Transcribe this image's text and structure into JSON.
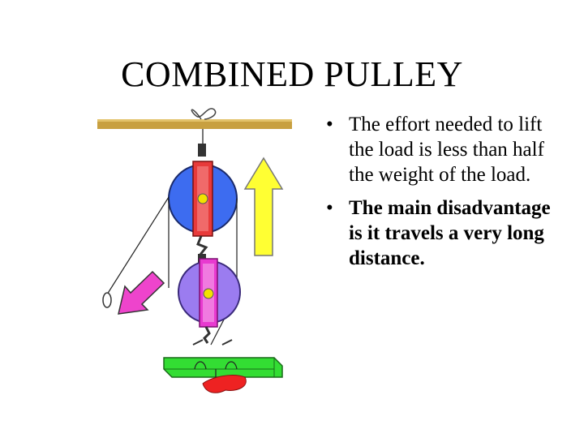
{
  "slide": {
    "title": "COMBINED PULLEY",
    "bullets": [
      {
        "marker": "•",
        "text": "The effort needed to lift the load is less than half the weight of the load."
      },
      {
        "marker": "•",
        "text": " The main disadvantage is it travels a very long distance."
      }
    ]
  },
  "illustration": {
    "icons": [
      "ceiling-beam",
      "rope-knot",
      "upper-pulley",
      "lower-pulley",
      "up-arrow",
      "pull-arrow",
      "rope-handle",
      "load-block"
    ],
    "colors": {
      "beam": "#c8a040",
      "upper_wheel": "#3d6cf0",
      "lower_wheel": "#9b7cf0",
      "frame_red": "#e83a3a",
      "frame_pink": "#e83ad0",
      "axle": "#f2e200",
      "up_arrow": "#ffff33",
      "pull_arrow": "#ee44cc",
      "load": "#33dd33",
      "load_weight": "#ee2222"
    }
  }
}
